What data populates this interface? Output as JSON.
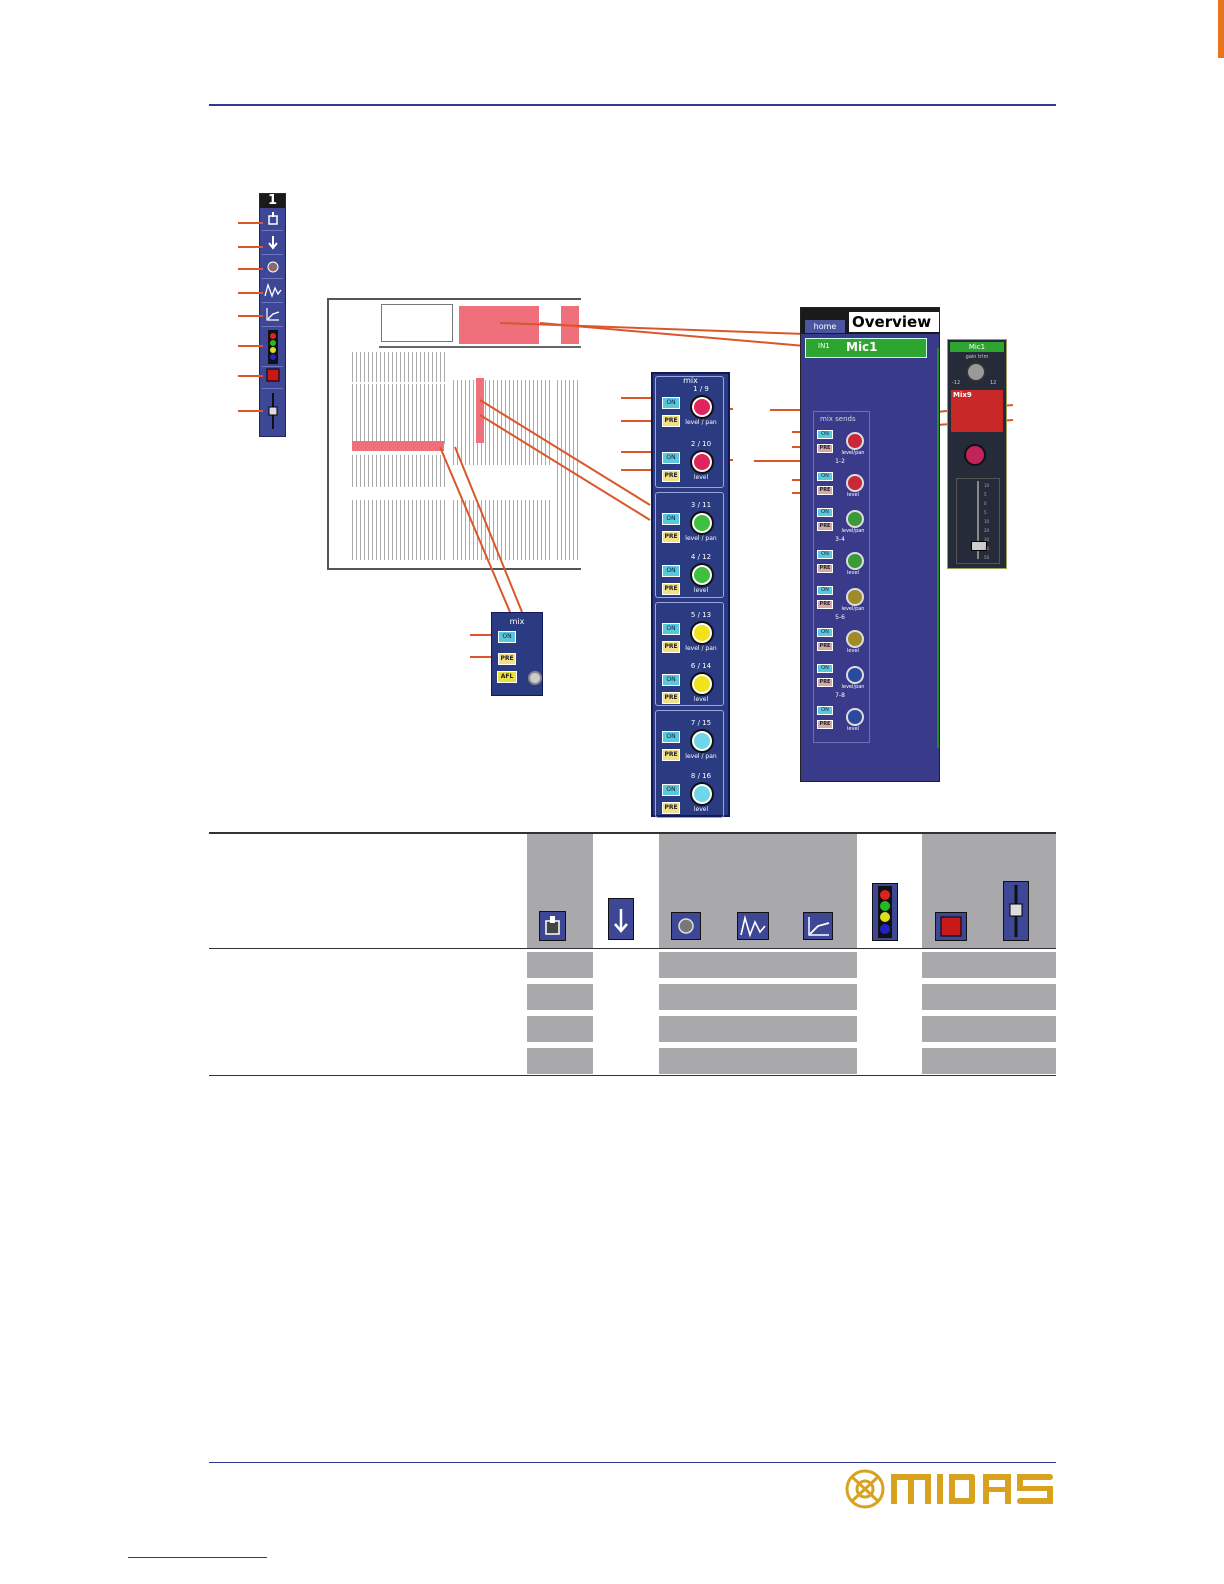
{
  "strip": {
    "channel_number": "1",
    "cells": [
      {
        "icon": "input-patch-icon"
      },
      {
        "icon": "down-arrow-icon"
      },
      {
        "icon": "dot-icon"
      },
      {
        "icon": "eq-curve-icon"
      },
      {
        "icon": "dynamics-curve-icon"
      },
      {
        "icon": "traffic-light-icon"
      },
      {
        "icon": "red-square-icon"
      },
      {
        "icon": "fader-icon"
      }
    ]
  },
  "mix_panel": {
    "title": "mix",
    "groups": [
      {
        "top_label": "1 / 9",
        "top_sub": "level / pan",
        "bottom_label": "2 / 10",
        "bottom_sub": "level",
        "color": "#e0245e"
      },
      {
        "top_label": "3 / 11",
        "top_sub": "level / pan",
        "bottom_label": "4 / 12",
        "bottom_sub": "level",
        "color": "#3fbf3f"
      },
      {
        "top_label": "5 / 13",
        "top_sub": "level / pan",
        "bottom_label": "6 / 14",
        "bottom_sub": "level",
        "color": "#f2e21c"
      },
      {
        "top_label": "7 / 15",
        "top_sub": "level / pan",
        "bottom_label": "8 / 16",
        "bottom_sub": "level",
        "color": "#6fd6ea"
      }
    ],
    "on_label": "ON",
    "pre_label": "PRE"
  },
  "small_panel": {
    "title": "mix",
    "on_label": "ON",
    "pre_label": "PRE",
    "afl_label": "AFL"
  },
  "overview": {
    "home_label": "home",
    "title": "Overview",
    "channel_id": "IN1",
    "channel_name": "Mic1",
    "sends_title": "mix sends",
    "pairs": [
      "1-2",
      "3-4",
      "5-6",
      "7-8"
    ],
    "knob_top_sub": "level/pan",
    "knob_bottom_sub": "level",
    "on_label": "ON",
    "pre_label": "PRE"
  },
  "mic_strip": {
    "name": "Mic1",
    "gain_label": "gain trim",
    "range_min": "-12",
    "range_max": "12",
    "mix_label": "Mix9",
    "scale": [
      "10",
      "5",
      "0",
      "5",
      "10",
      "20",
      "30",
      "40",
      "50"
    ]
  },
  "table": {
    "header_icons": [
      "input-patch-icon",
      "down-arrow-icon",
      "dot-icon",
      "eq-curve-icon",
      "dynamics-curve-icon",
      "traffic-light-icon",
      "red-square-icon",
      "fader-icon"
    ]
  },
  "logo": {
    "text": "MIDAS",
    "color": "#d8a21f"
  },
  "colors": {
    "accent_rule": "#2e3a8c",
    "callout": "#d9572b",
    "highlight": "#ef6f7a",
    "tab": "#e8741c"
  }
}
